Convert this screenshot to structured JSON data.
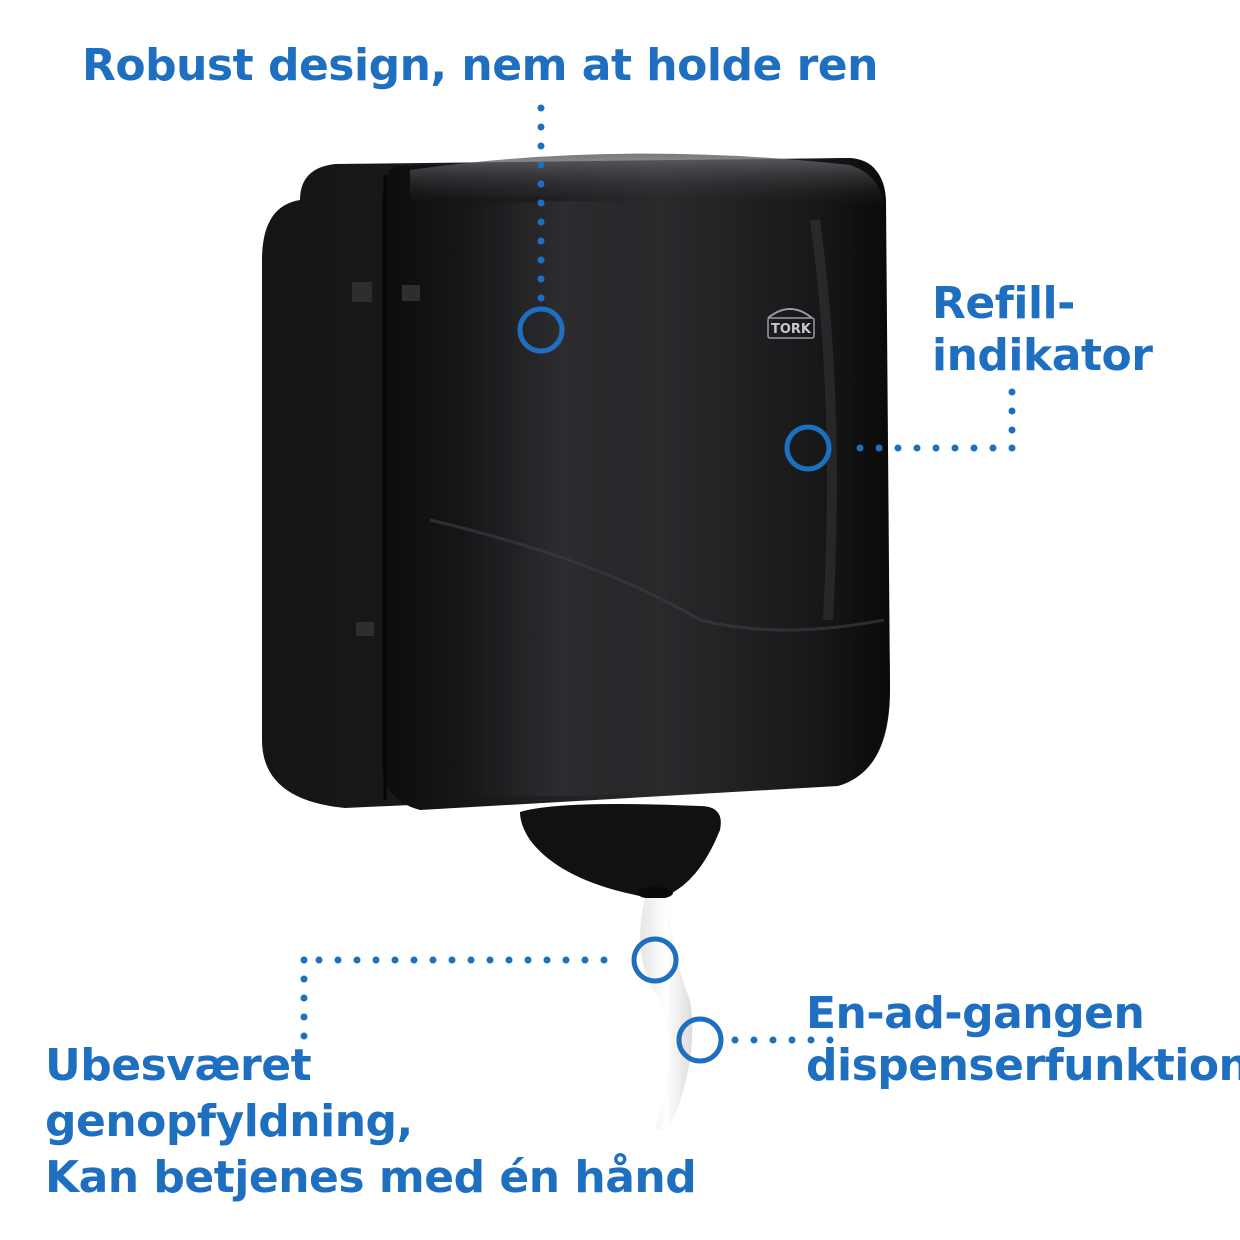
{
  "brand_logo_text": "TORK",
  "accent_color": "#1f6fc1",
  "callouts": {
    "top": "Robust design, nem at holde ren",
    "refill_indicator": [
      "Refill-",
      "indikator"
    ],
    "one_at_a_time": [
      "En-ad-gangen",
      "dispenserfunktion"
    ],
    "refilling": [
      "Ubesværet",
      "genopfyldning,",
      "Kan betjenes med én hånd"
    ]
  }
}
